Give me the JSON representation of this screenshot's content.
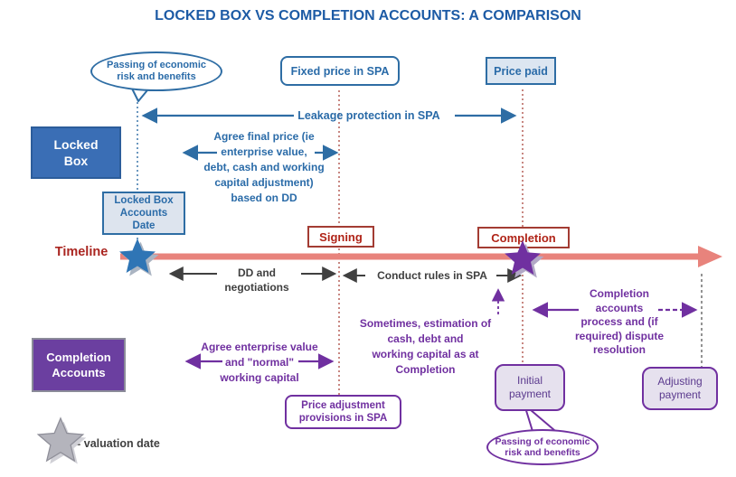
{
  "title": "LOCKED BOX VS COMPLETION ACCOUNTS: A COMPARISON",
  "colors": {
    "title_blue": "#1d5ba5",
    "blue": "#2e6da4",
    "blue_box_fill": "#3a6eb5",
    "light_blue_fill": "#dce6f1",
    "timeline_salmon": "#e8837c",
    "dark_red": "#b02418",
    "purple": "#7030a0",
    "purple_box_fill": "#6b3fa0",
    "light_purple_fill": "#e6e1ee",
    "gray_text": "#3f3f3f",
    "gray_star": "#b4b4bc"
  },
  "locked_box": {
    "row_label": "Locked\nBox",
    "bubble": "Passing of economic\nrisk and benefits",
    "fixed_price_box": "Fixed price in SPA",
    "price_paid_box": "Price paid",
    "leakage_arrow_label": "Leakage protection in SPA",
    "agree_final_price": "Agree final price (ie\nenterprise value,\ndebt, cash and working\ncapital adjustment)\nbased on DD",
    "accounts_date_box": "Locked Box\nAccounts\nDate"
  },
  "timeline": {
    "label": "Timeline",
    "signing_box": "Signing",
    "completion_box": "Completion",
    "dd_label": "DD and\nnegotiations",
    "conduct_label": "Conduct rules in SPA"
  },
  "completion_accounts": {
    "row_label": "Completion\nAccounts",
    "agree_enterprise": "Agree enterprise value\nand \"normal\"\nworking capital",
    "estimation": "Sometimes, estimation of\ncash, debt and\nworking capital as at\nCompletion",
    "process": "Completion\naccounts\nprocess and (if\nrequired) dispute\nresolution",
    "price_adjustment_box": "Price adjustment\nprovisions in SPA",
    "initial_payment_box": "Initial\npayment",
    "adjusting_payment_box": "Adjusting\npayment",
    "bubble": "Passing of economic\nrisk and benefits"
  },
  "legend": {
    "valuation_date": "= valuation date"
  }
}
